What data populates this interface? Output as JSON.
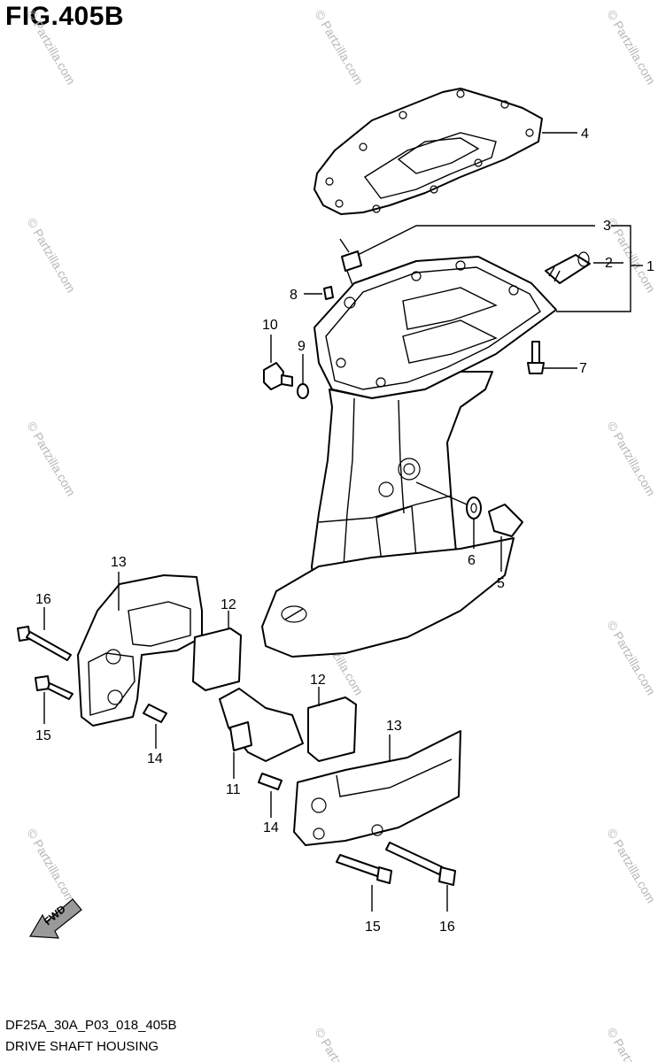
{
  "figure": {
    "title": "FIG.405B",
    "code": "DF25A_30A_P03_018_405B",
    "name": "DRIVE SHAFT HOUSING",
    "fwd_label": "FWD",
    "watermark": "© Partzilla.com"
  },
  "callouts": {
    "c1": "1",
    "c2": "2",
    "c3": "3",
    "c4": "4",
    "c5": "5",
    "c6": "6",
    "c7": "7",
    "c8": "8",
    "c9": "9",
    "c10": "10",
    "c11": "11",
    "c12a": "12",
    "c12b": "12",
    "c13a": "13",
    "c13b": "13",
    "c14a": "14",
    "c14b": "14",
    "c15a": "15",
    "c15b": "15",
    "c16a": "16",
    "c16b": "16"
  }
}
